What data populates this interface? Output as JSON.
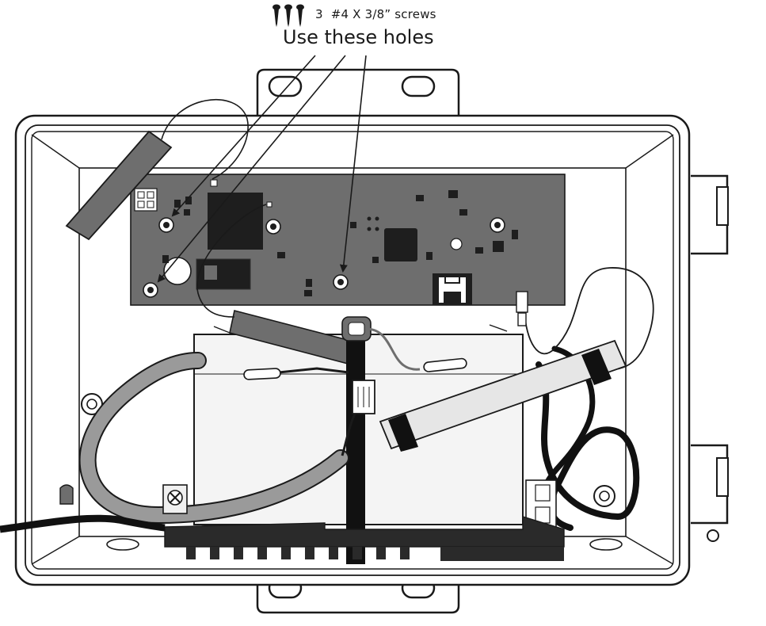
{
  "annotation": {
    "screw_count": "3",
    "screw_spec": "#4  X 3/8” screws",
    "instruction": "Use these holes"
  },
  "colors": {
    "outline": "#1a1a1a",
    "board": "#6e6e6e",
    "chip": "#1e1e1e",
    "cable_gray": "#9a9a9a",
    "wire_black": "#111111",
    "battery_fill": "#f4f4f4"
  },
  "icons": [
    "screw-icon",
    "mounting-hole-icon",
    "phone-jack-icon",
    "arrow-icon"
  ]
}
